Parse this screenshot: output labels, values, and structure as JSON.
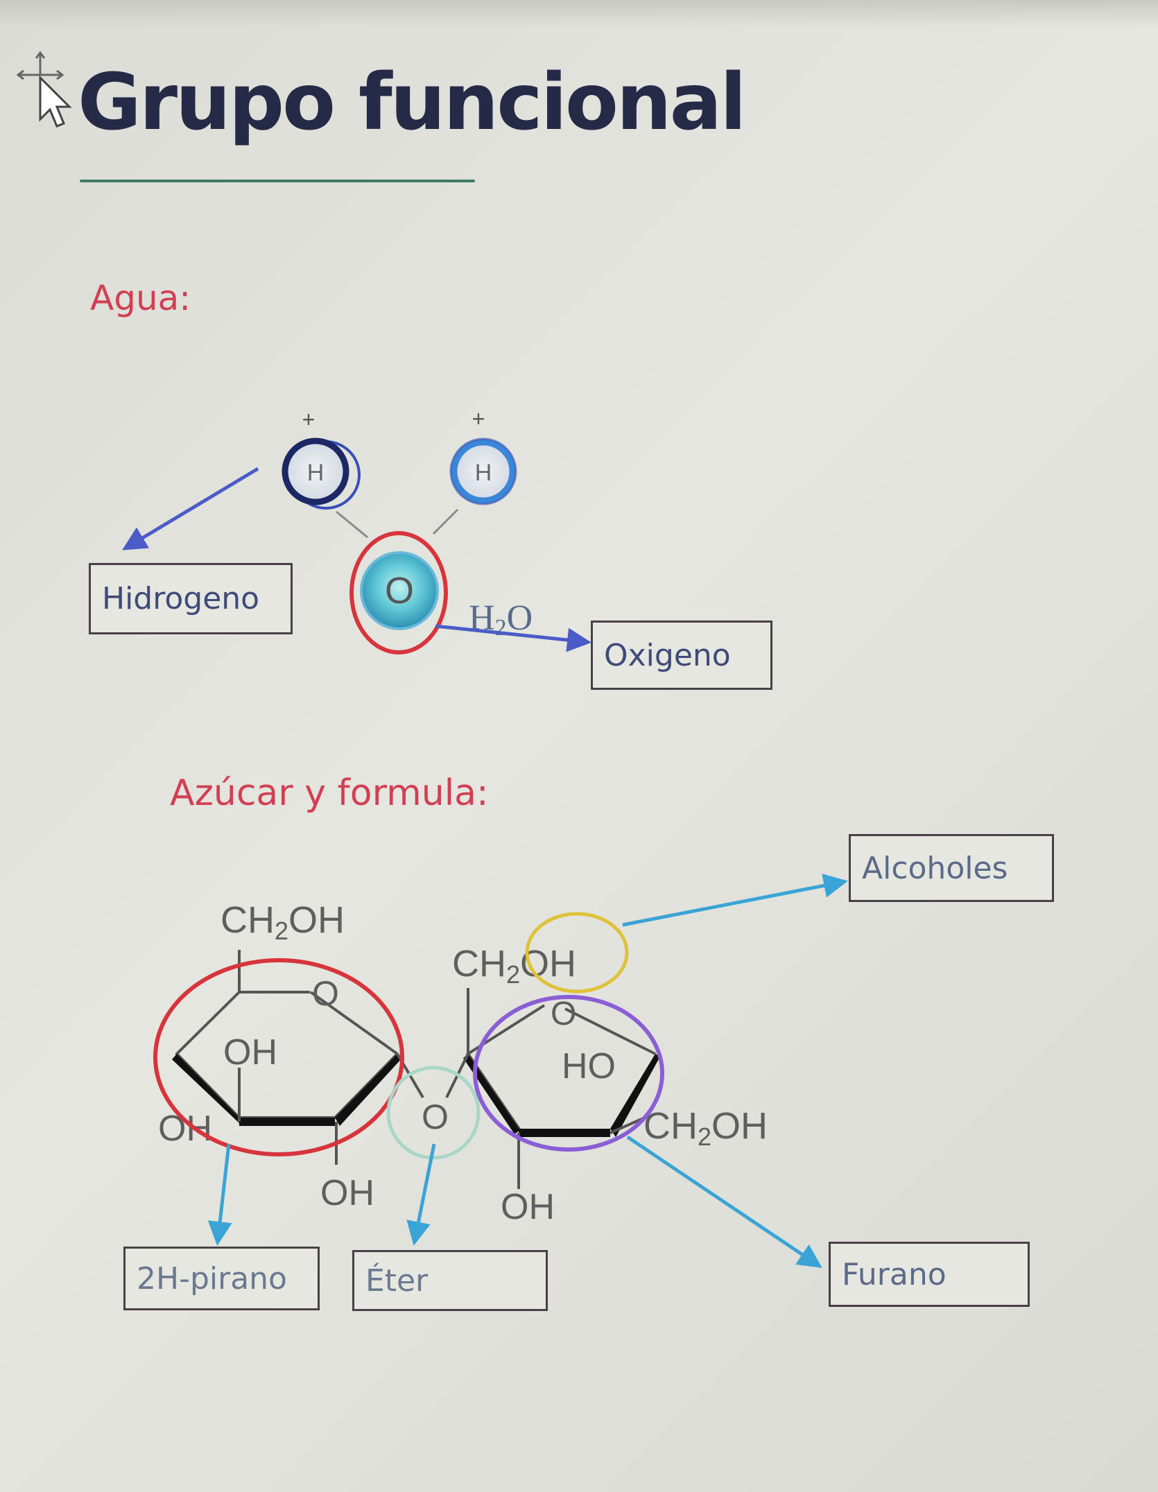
{
  "page": {
    "title": "Grupo funcional",
    "colors": {
      "title": "#252b46",
      "heading": "#d23f52",
      "arrow_blue": "#3aa4d6",
      "circle_red": "#d7343c",
      "circle_purple": "#8a5fd6",
      "circle_yellow": "#e0c23a"
    }
  },
  "water": {
    "heading": "Agua:",
    "atom_h1": "H",
    "atom_h2": "H",
    "charge_1": "+",
    "charge_2": "+",
    "atom_o": "O",
    "formula_main": "H",
    "formula_sub": "2",
    "formula_end": "O",
    "label_hydrogen": "Hidrogeno",
    "label_oxygen": "Oxigeno"
  },
  "sugar": {
    "heading": "Azúcar y formula:",
    "glucose": {
      "ch2oh_main": "CH",
      "ch2oh_sub": "2",
      "ch2oh_end": "OH",
      "ring_o": "O",
      "oh_top": "OH",
      "oh_left": "OH",
      "oh_bottom": "OH"
    },
    "bridge_o": "O",
    "fructose": {
      "ch2oh_top_main": "CH",
      "ch2oh_top_sub": "2",
      "ch2oh_top_end": "OH",
      "ring_o": "O",
      "ho": "HO",
      "ch2oh_right_main": "CH",
      "ch2oh_right_sub": "2",
      "ch2oh_right_end": "OH",
      "oh_bottom": "OH"
    },
    "labels": {
      "alcoholes": "Alcoholes",
      "pirano": "2H-pirano",
      "eter": "Éter",
      "furano": "Furano"
    }
  }
}
